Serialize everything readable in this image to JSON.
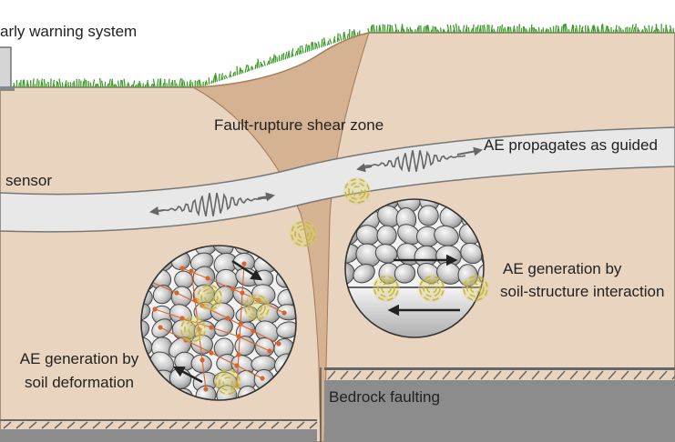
{
  "labels": {
    "early_warning": "arly warning system",
    "shear_zone": "Fault-rupture shear zone",
    "guided": "AE propagates as guided",
    "sensor": "sensor",
    "structure_line1": "AE generation by",
    "structure_line2": "soil-structure interaction",
    "deformation_line1": "AE generation by",
    "deformation_line2": "soil deformation",
    "bedrock": "Bedrock faulting"
  },
  "colors": {
    "soil": "#e8d4bf",
    "ground_line": "#8a7a6a",
    "shear_zone": "#c9a07a",
    "waveguide": "#e8e8e8",
    "bedrock": "#8c8c8c",
    "grass": "#3f9b2c",
    "ae_ring": "#ddd070",
    "particle_fill": "#c8c8c8",
    "force_chain": "#d9652e"
  }
}
